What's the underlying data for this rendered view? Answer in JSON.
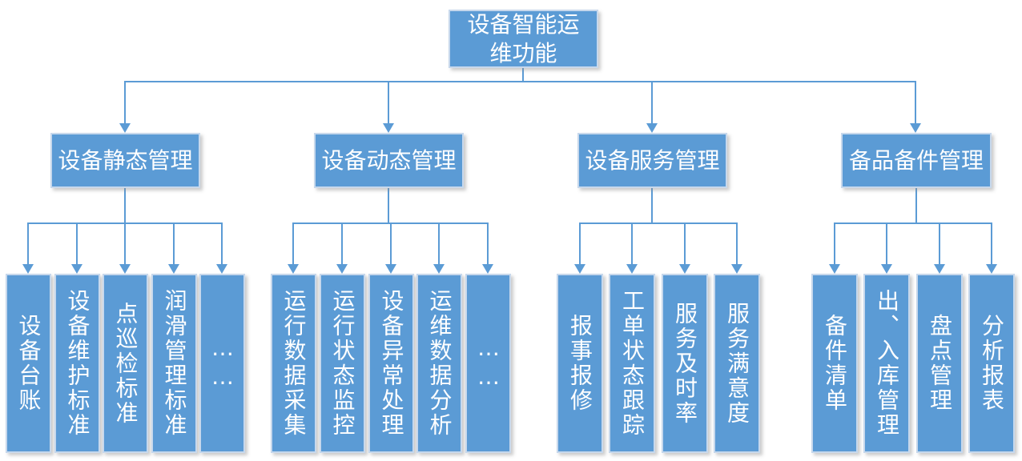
{
  "diagram": {
    "title": "设备智能运维功能",
    "root": {
      "label": "设备智能运\n维功能"
    },
    "branches": [
      {
        "label": "设备静态管理",
        "children": [
          "设备台账",
          "设备维护标准",
          "点巡检标准",
          "润滑管理标准",
          "……"
        ]
      },
      {
        "label": "设备动态管理",
        "children": [
          "运行数据采集",
          "运行状态监控",
          "设备异常处理",
          "运维数据分析",
          "……"
        ]
      },
      {
        "label": "设备服务管理",
        "children": [
          "报事报修",
          "工单状态跟踪",
          "服务及时率",
          "服务满意度"
        ]
      },
      {
        "label": "备品备件管理",
        "children": [
          "备件清单",
          "出、入库管理",
          "盘点管理",
          "分析报表"
        ]
      }
    ],
    "colors": {
      "node_fill": "#5B9BD5",
      "node_border": "#C7D8EC",
      "connector": "#5B9BD5",
      "text": "#FFFFFF"
    }
  }
}
